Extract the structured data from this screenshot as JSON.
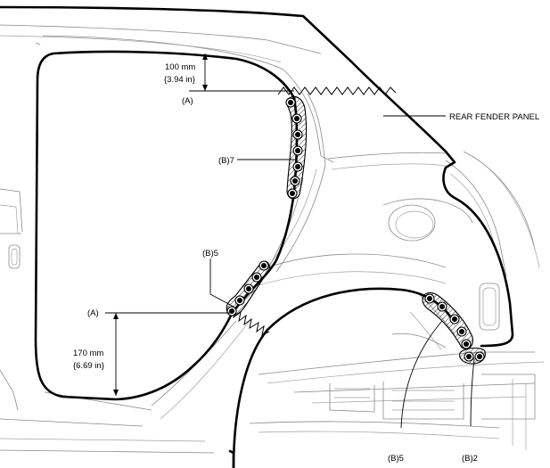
{
  "labels": {
    "top_dimension_mm": "100 mm",
    "top_dimension_in": "{3.94 in}",
    "cut_line_top": "(A)",
    "panel_name": "REAR FENDER PANEL",
    "weld_group_upper": "(B)7",
    "weld_group_mid": "(B)5",
    "cut_line_bottom": "(A)",
    "bottom_dimension_mm": "170 mm",
    "bottom_dimension_in": "{6.69 in}",
    "weld_group_rear": "(B)5",
    "weld_group_tail": "(B)2"
  },
  "weld_counts": {
    "upper_pillar": 7,
    "mid_pillar": 5,
    "rear_wheel_arch": 5,
    "tail": 2
  },
  "colors": {
    "outline": "#000000",
    "structure": "#8a8a8a",
    "background": "#ffffff"
  }
}
